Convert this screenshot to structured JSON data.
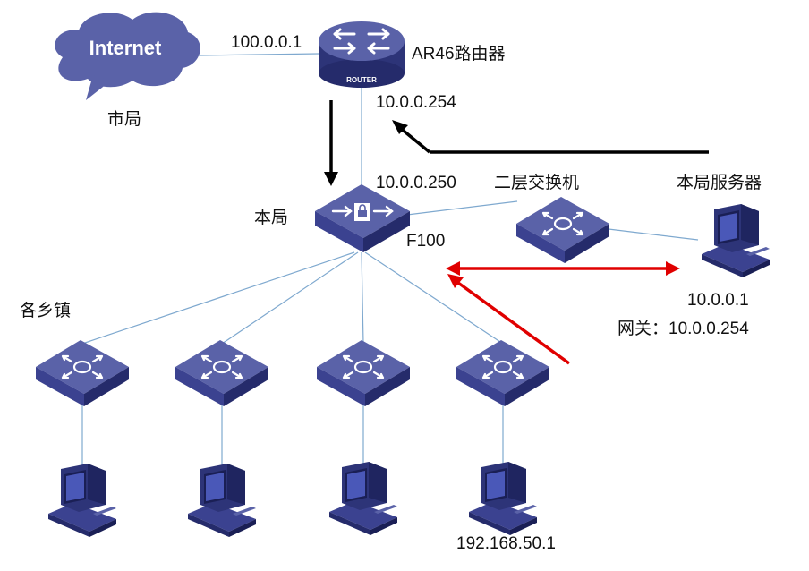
{
  "cloud": {
    "text": "Internet",
    "caption": "市局"
  },
  "router": {
    "name": "AR46路由器",
    "badge": "ROUTER",
    "wan_ip": "100.0.0.1",
    "lan_ip": "10.0.0.254"
  },
  "firewall": {
    "caption": "本局",
    "name": "F100",
    "ip": "10.0.0.250"
  },
  "l2_switch": {
    "caption": "二层交换机"
  },
  "server": {
    "caption": "本局服务器",
    "ip": "10.0.0.1",
    "gateway": "网关：10.0.0.254"
  },
  "towns": {
    "caption": "各乡镇",
    "pc4_ip": "192.168.50.1"
  },
  "colors": {
    "device_top": "#5a62a8",
    "device_side": "#2d3478",
    "cloud": "#5a62a8",
    "link": "#7fa9cf",
    "black_arrow": "#000000",
    "red_arrow": "#e00000"
  },
  "icons": [
    "cloud-icon",
    "router-icon",
    "firewall-icon",
    "switch-icon",
    "pc-icon",
    "arrow-icon"
  ]
}
